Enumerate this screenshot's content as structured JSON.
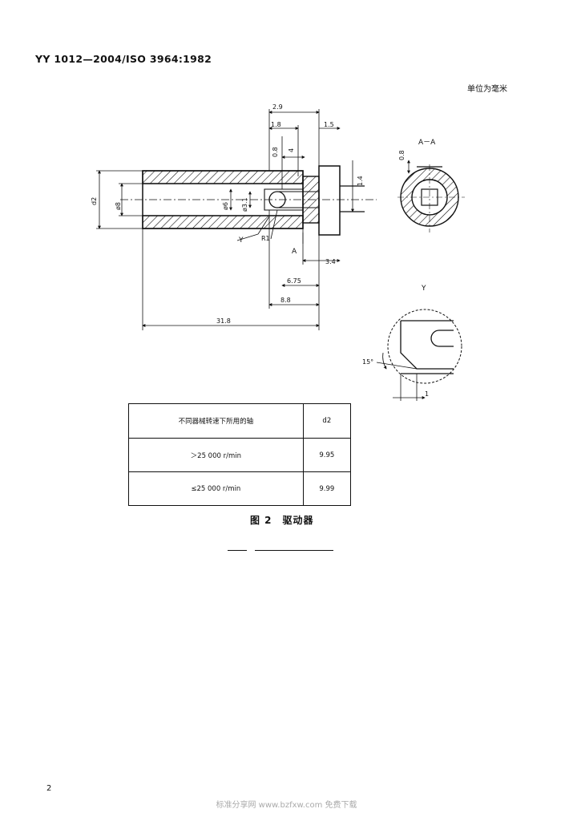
{
  "header": {
    "standard": "YY 1012—2004/ISO 3964:1982"
  },
  "unit_note": "单位为毫米",
  "drawing": {
    "dims": {
      "d1": "2.9",
      "d2": "1.8",
      "d3": "1.5",
      "d4": "0.8",
      "d5": "4",
      "d6": "1.4",
      "d7": "ø8",
      "d8": "d2",
      "d9": "ø6",
      "d10": "ø3.1",
      "d11": "R1",
      "d12": "3.4",
      "d13": "6.75",
      "d14": "8.8",
      "d15": "31.8",
      "d16": "0.8",
      "d17": "15°",
      "d18": "1"
    },
    "labels": {
      "y": "Y",
      "a": "A",
      "aa": "A－A",
      "ydetail": "Y"
    }
  },
  "table": {
    "header_col1": "不同器械转速下所用的轴",
    "header_col2": "d2",
    "rows": [
      {
        "condition": "＞25 000 r/min",
        "value": "9.95"
      },
      {
        "condition": "≤25 000 r/min",
        "value": "9.99"
      }
    ]
  },
  "caption": "图 2　驱动器",
  "page_number": "2",
  "watermark": "标准分享网 www.bzfxw.com 免费下载"
}
